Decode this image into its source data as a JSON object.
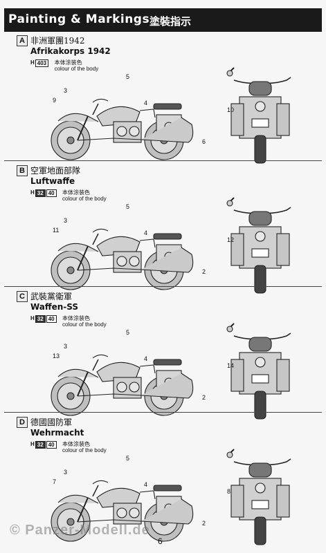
{
  "header": {
    "title": "Painting & Markings",
    "title_cjk": "塗裝指示"
  },
  "sections": [
    {
      "letter": "A",
      "name_cjk": "非洲軍團1942",
      "name_en": "Afrikakorps 1942",
      "paint_prefix": "H",
      "paint_codes": [
        "403"
      ],
      "paint_cjk": "本体涂装色",
      "paint_en": "colour of the body",
      "callouts": [
        "5",
        "3",
        "9",
        "4",
        "6",
        "10"
      ]
    },
    {
      "letter": "B",
      "name_cjk": "空軍地面部隊",
      "name_en": "Luftwaffe",
      "paint_prefix": "H",
      "paint_codes": [
        "32",
        "40"
      ],
      "paint_cjk": "本体涂装色",
      "paint_en": "colour of the body",
      "callouts": [
        "5",
        "3",
        "11",
        "4",
        "2",
        "12"
      ]
    },
    {
      "letter": "C",
      "name_cjk": "武裝黨衛軍",
      "name_en": "Waffen-SS",
      "paint_prefix": "H",
      "paint_codes": [
        "32",
        "40"
      ],
      "paint_cjk": "本体涂装色",
      "paint_en": "colour of the body",
      "callouts": [
        "5",
        "3",
        "13",
        "4",
        "2",
        "14"
      ]
    },
    {
      "letter": "D",
      "name_cjk": "德國國防軍",
      "name_en": "Wehrmacht",
      "paint_prefix": "H",
      "paint_codes": [
        "32",
        "40"
      ],
      "paint_cjk": "本体涂装色",
      "paint_en": "colour of the body",
      "callouts": [
        "5",
        "3",
        "7",
        "4",
        "2",
        "8"
      ]
    }
  ],
  "footer": {
    "page_number": "6",
    "watermark": "© Panzer-Modell.de"
  }
}
